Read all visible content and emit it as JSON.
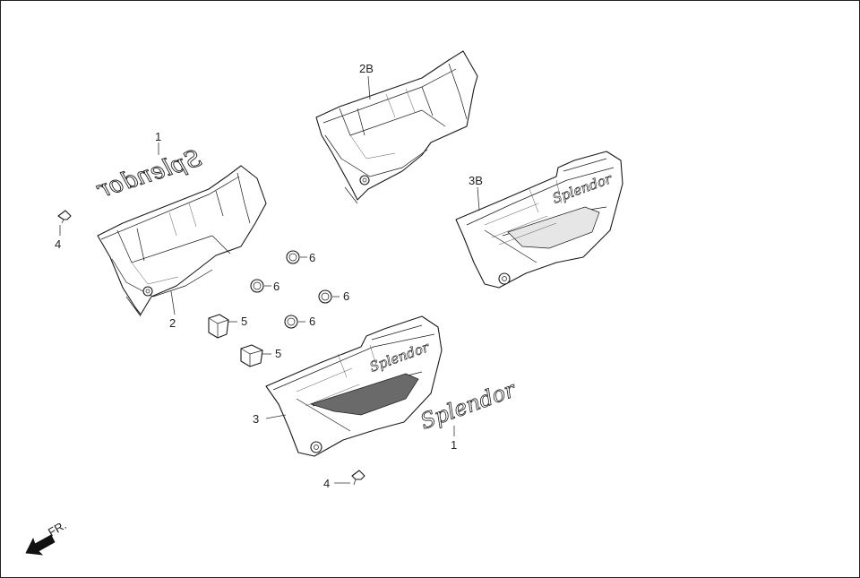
{
  "callouts": {
    "emblem_upper": "1",
    "emblem_lower": "1",
    "cover_left": "2",
    "cover_left_alt": "2B",
    "cover_right": "3",
    "cover_right_alt": "3B",
    "bolt_left": "4",
    "bolt_lower": "4",
    "grommet_a": "5",
    "grommet_b": "5",
    "clip_a": "6",
    "clip_b": "6",
    "clip_c": "6",
    "clip_d": "6"
  },
  "emblem_text": "Splendor",
  "direction": {
    "label": "FR."
  }
}
